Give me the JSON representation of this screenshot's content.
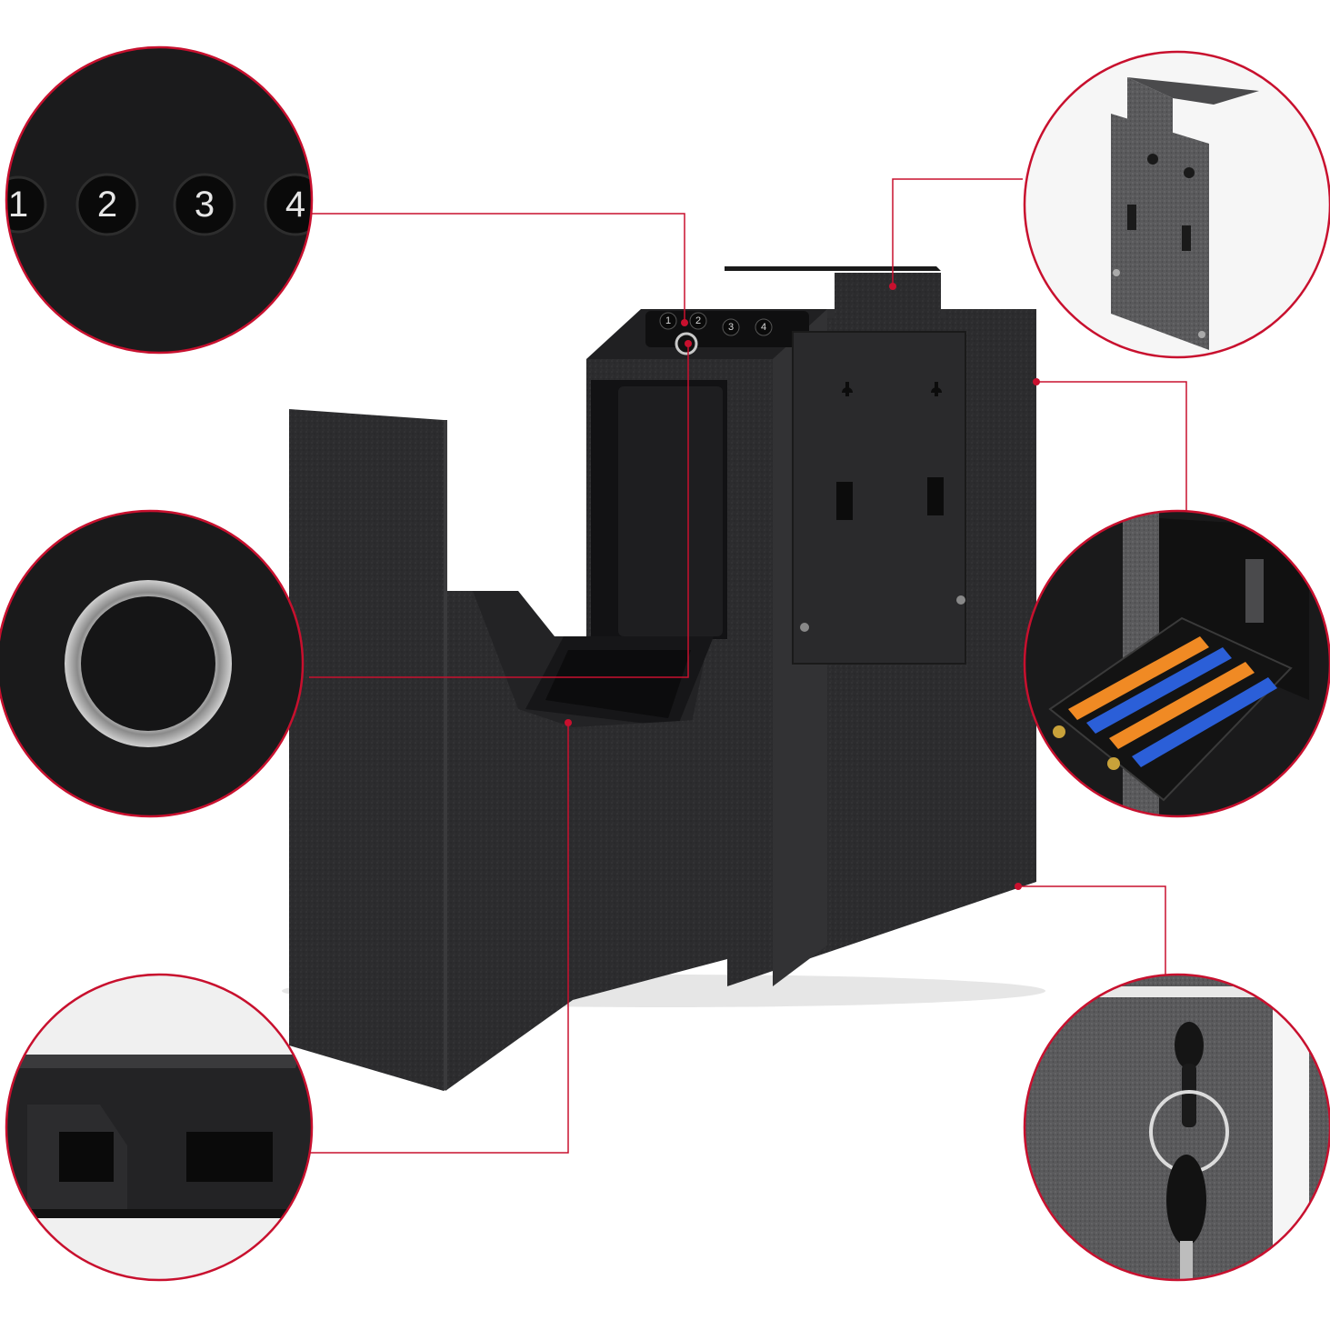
{
  "colors": {
    "background": "#ffffff",
    "accent_red": "#c8102e",
    "safe_body": "#2b2b2d",
    "safe_dark": "#1c1c1e",
    "safe_light": "#3a3a3c",
    "keypad_button": "#111111"
  },
  "keypad": {
    "keys": [
      "1",
      "2",
      "3",
      "4"
    ]
  },
  "callouts": {
    "top_left": "keypad-detail",
    "middle_left": "fingerprint-sensor-detail",
    "bottom_left": "bottom-mount-detail",
    "top_right": "mounting-bracket-detail",
    "middle_right": "battery-compartment-detail",
    "bottom_right": "backup-key-detail"
  }
}
